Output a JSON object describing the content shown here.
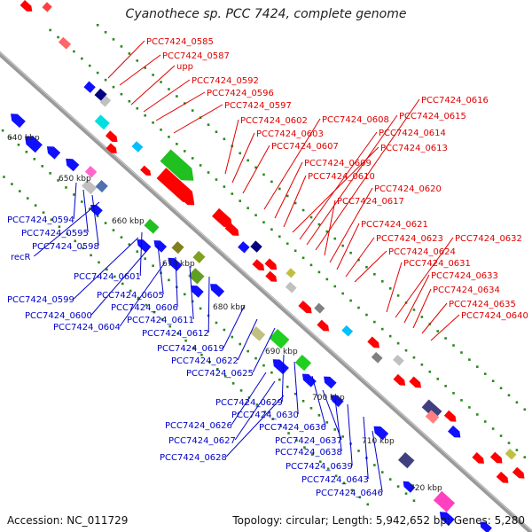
{
  "title": "Cyanothece sp. PCC 7424, complete genome",
  "footer": {
    "accession": "Accession: NC_011729",
    "summary": "Topology: circular; Length: 5,942,652 bp; Genes: 5,280"
  },
  "colors": {
    "backbone": "#9a9a9a",
    "forward_label": "#e00000",
    "reverse_label": "#0000c8",
    "dots": "#2a8a1a"
  },
  "ticks": [
    "640 kbp",
    "650 kbp",
    "660 kbp",
    "670 kbp",
    "680 kbp",
    "690 kbp",
    "700 kbp",
    "710 kbp",
    "720 kbp"
  ],
  "forward_labels": [
    "PCC7424_0585",
    "PCC7424_0587",
    "upp",
    "PCC7424_0592",
    "PCC7424_0596",
    "PCC7424_0597",
    "PCC7424_0602",
    "PCC7424_0603",
    "PCC7424_0607",
    "PCC7424_0608",
    "PCC7424_0609",
    "PCC7424_0610",
    "PCC7424_0613",
    "PCC7424_0614",
    "PCC7424_0615",
    "PCC7424_0616",
    "PCC7424_0617",
    "PCC7424_0620",
    "PCC7424_0621",
    "PCC7424_0623",
    "PCC7424_0624",
    "PCC7424_0631",
    "PCC7424_0632",
    "PCC7424_0633",
    "PCC7424_0634",
    "PCC7424_0635",
    "PCC7424_0640"
  ],
  "reverse_labels": [
    "PCC7424_0594",
    "PCC7424_0595",
    "PCC7424_0598",
    "recR",
    "PCC7424_0601",
    "PCC7424_0599",
    "PCC7424_0605",
    "PCC7424_0600",
    "PCC7424_0606",
    "PCC7424_0604",
    "PCC7424_0611",
    "PCC7424_0612",
    "PCC7424_0619",
    "PCC7424_0622",
    "PCC7424_0625",
    "PCC7424_0629",
    "PCC7424_0630",
    "PCC7424_0626",
    "PCC7424_0636",
    "PCC7424_0627",
    "PCC7424_0637",
    "PCC7424_0628",
    "PCC7424_0638",
    "PCC7424_0639",
    "PCC7424_0643",
    "PCC7424_0646"
  ]
}
